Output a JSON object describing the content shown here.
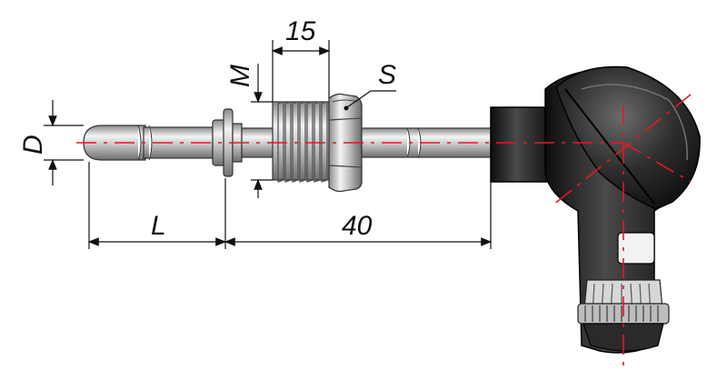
{
  "labels": {
    "thread_length": "15",
    "thread": "M",
    "hex_size": "S",
    "diameter": "D",
    "immersion_length": "L",
    "fixed_length": "40"
  },
  "colors": {
    "axis_line": "#e21a22",
    "outline": "#111111",
    "steel_light": "#ececec",
    "steel_mid": "#b9b9b9",
    "steel_dark": "#7b7b7b",
    "head_dark": "#1a1a1a",
    "head_mid": "#3b3b3b"
  }
}
